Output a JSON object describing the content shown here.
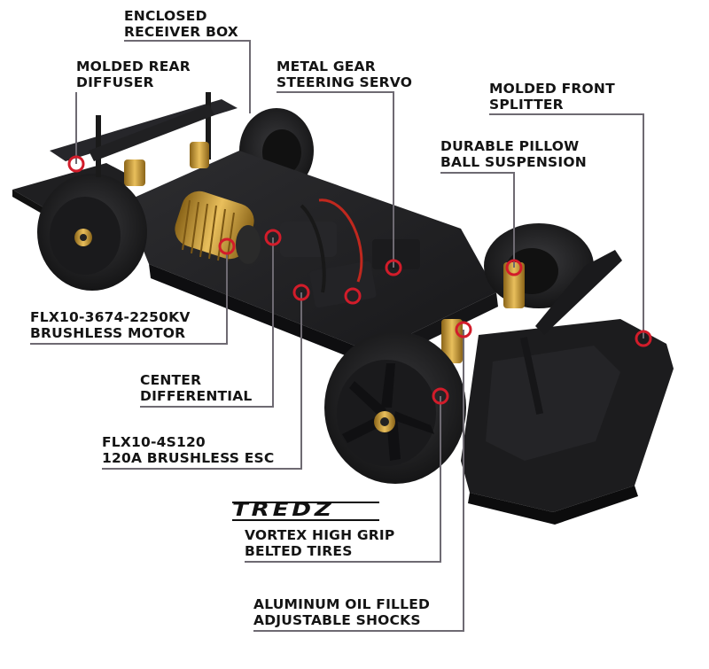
{
  "callouts": [
    {
      "id": "receiver",
      "lines": [
        "ENCLOSED",
        "RECEIVER BOX"
      ]
    },
    {
      "id": "diffuser",
      "lines": [
        "MOLDED REAR",
        "DIFFUSER"
      ]
    },
    {
      "id": "servo",
      "lines": [
        "METAL GEAR",
        "STEERING SERVO"
      ]
    },
    {
      "id": "splitter",
      "lines": [
        "MOLDED FRONT",
        "SPLITTER"
      ]
    },
    {
      "id": "suspension",
      "lines": [
        "DURABLE PILLOW",
        "BALL SUSPENSION"
      ]
    },
    {
      "id": "motor",
      "lines": [
        "FLX10-3674-2250KV",
        "BRUSHLESS MOTOR"
      ]
    },
    {
      "id": "differential",
      "lines": [
        "CENTER",
        "DIFFERENTIAL"
      ]
    },
    {
      "id": "esc",
      "lines": [
        "FLX10-4S120",
        "120A BRUSHLESS ESC"
      ]
    },
    {
      "id": "tires",
      "lines": [
        "VORTEX HIGH GRIP",
        "BELTED TIRES"
      ]
    },
    {
      "id": "shocks",
      "lines": [
        "ALUMINUM OIL FILLED",
        "ADJUSTABLE SHOCKS"
      ]
    }
  ],
  "brand_logo": "TREDZ",
  "colors": {
    "marker": "#d21c2a",
    "leader": "#6e6a72",
    "text": "#141414",
    "chassis": "#1e1e20",
    "tire": "#2a2a2c",
    "gold": "#c99a3a"
  }
}
